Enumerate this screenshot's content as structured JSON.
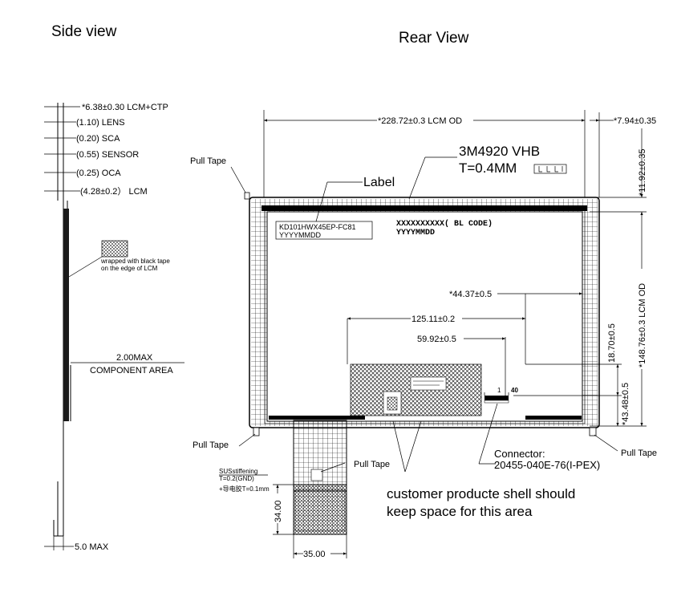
{
  "titles": {
    "side_view": "Side  view",
    "rear_view": "Rear View"
  },
  "side": {
    "dims": [
      "*6.38±0.30 LCM+CTP",
      "(1.10) LENS",
      "(0.20) SCA",
      "(0.55) SENSOR",
      "(0.25) OCA",
      "(4.28±0.2） LCM"
    ],
    "tape_note_1": "wrapped with black tape",
    "tape_note_2": "on the edge of LCM",
    "component_1": "2.00MAX",
    "component_2": "COMPONENT AREA",
    "bottom_max": "5.0 MAX"
  },
  "rear": {
    "width_od": "*228.72±0.3 LCM OD",
    "offset_right": "*7.94±0.35",
    "offset_top": "*11.92±0.35",
    "height_od": "*148.76±0.3 LCM OD",
    "dim_4437": "*44.37±0.5",
    "dim_12511": "125.11±0.2",
    "dim_5992": "59.92±0.5",
    "dim_1870": "18.70±0.5",
    "dim_4348": "*43.48±0.5",
    "dim_34": "34.00",
    "dim_35": "35.00",
    "backlight_1": "3M4920 VHB",
    "backlight_2": "T=0.4MM",
    "label_callout": "Label",
    "label_line1": "KD101HWX45EP-FC81",
    "label_line2": "YYYYMMDD",
    "bl_code": "XXXXXXXXXX( BL CODE)",
    "bl_date": "YYYYMMDD",
    "pull_tape": "Pull Tape",
    "pin_1": "1",
    "pin_40": "40",
    "sus_1": "SUSstiffening",
    "sus_2": "T=0.2(GND)",
    "sus_3": "+导电胶T=0.1mm",
    "connector_1": "Connector:",
    "connector_2": "20455-040E-76(I-PEX)",
    "customer_1": "customer producte shell should",
    "customer_2": "keep space for this area"
  }
}
